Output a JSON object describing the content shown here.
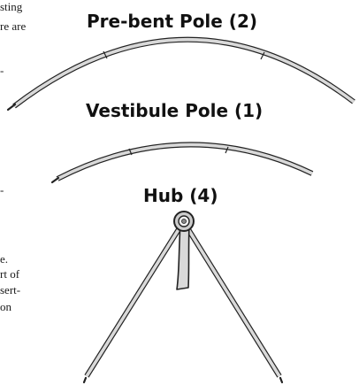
{
  "left_text_fragments": [
    "sting",
    "re are",
    "-",
    "-",
    "e.",
    "rt of",
    "sert-",
    "on"
  ],
  "headings": {
    "prebent_pole": "Pre-bent Pole (2)",
    "vestibule_pole": "Vestibule Pole (1)",
    "hub": "Hub (4)"
  },
  "colors": {
    "outline": "#222222",
    "pole_fill": "#d9d9d9",
    "hub_fill": "#cccccc"
  }
}
